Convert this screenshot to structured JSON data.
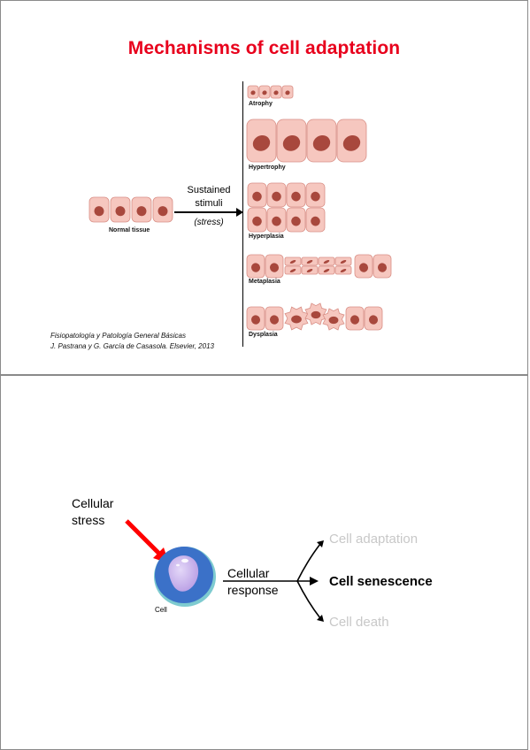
{
  "slide1": {
    "title": "Mechanisms of cell adaptation",
    "normal_label": "Normal tissue",
    "stimuli_line1": "Sustained",
    "stimuli_line2": "stimuli",
    "stress_label": "(stress)",
    "atrophy": "Atrophy",
    "hypertrophy": "Hypertrophy",
    "hyperplasia": "Hyperplasia",
    "metaplasia": "Metaplasia",
    "dysplasia": "Dysplasia",
    "citation_line1": "Fisiopatología y Patología General  Básicas",
    "citation_line2": "J. Pastrana y G. García de Casasola. Elsevier, 2013"
  },
  "slide2": {
    "stress_line1": "Cellular",
    "stress_line2": "stress",
    "cell_label": "Cell",
    "response_line1": "Cellular",
    "response_line2": "response",
    "options": [
      {
        "label": "Cell adaptation",
        "state": "dimmed"
      },
      {
        "label": "Cell senescence",
        "state": "active"
      },
      {
        "label": "Cell death",
        "state": "dimmed"
      }
    ]
  },
  "colors": {
    "title": "#e8001c",
    "stress_arrow": "#ff0000",
    "dimmed_option": "#c8c8c8",
    "cell_fill": "#f6c7bf",
    "cell_nucleus": "#a8483d"
  }
}
